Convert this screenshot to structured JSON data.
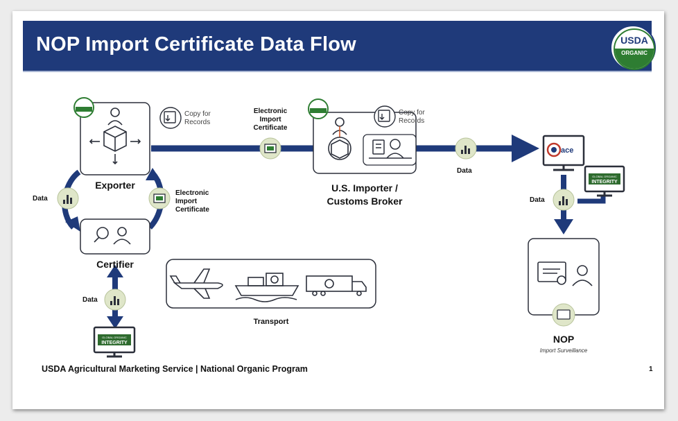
{
  "header": {
    "title": "NOP Import Certificate Data Flow"
  },
  "logo": {
    "top": "USDA",
    "bottom": "ORGANIC"
  },
  "nodes": {
    "exporter": "Exporter",
    "importer_line1": "U.S. Importer /",
    "importer_line2": "Customs Broker",
    "certifier": "Certifier",
    "nop": "NOP",
    "nop_sub": "Import Surveillance",
    "transport": "Transport"
  },
  "labels": {
    "copy_line1": "Copy for",
    "copy_line2": "Records",
    "eic_line1": "Electronic",
    "eic_line2": "Import",
    "eic_line3": "Certificate",
    "data": "Data"
  },
  "screens": {
    "ace": "ace",
    "integrity_small": "GLOBAL ORGANIC",
    "integrity": "INTEGRITY"
  },
  "footer": {
    "text": "USDA Agricultural Marketing Service | National Organic Program",
    "page": "1"
  },
  "colors": {
    "navy": "#1f3a7a",
    "organic_green": "#2e7d32",
    "node_circle": "#dfe6c9",
    "box_border": "#2b2f3a"
  }
}
